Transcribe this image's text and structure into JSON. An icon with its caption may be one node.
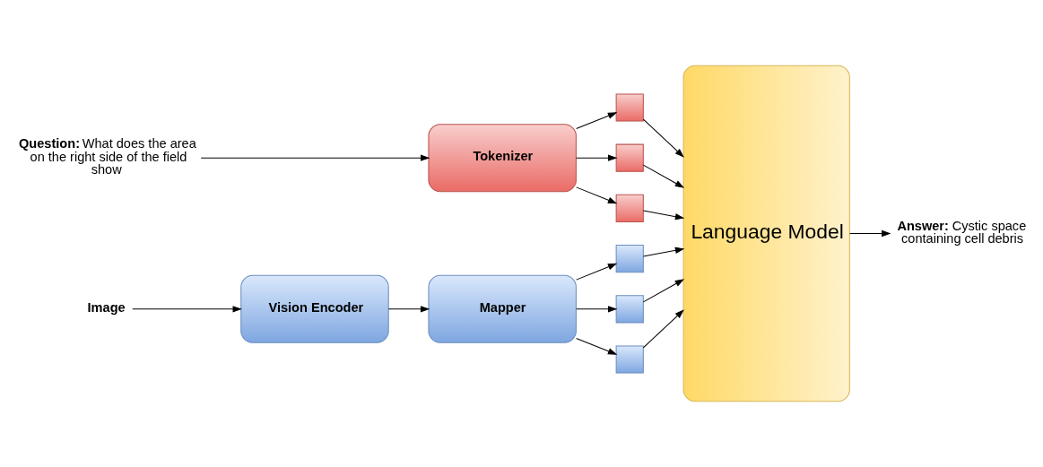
{
  "diagram": {
    "nodes": [
      {
        "text": [
          "**Question:** What does the area on the right side of the field show"
        ]
      },
      {
        "text": [
          "Tokenizer"
        ]
      },
      {
        "text": [],
        "shape": "box"
      },
      {
        "text": [],
        "shape": "box"
      },
      {
        "text": [],
        "shape": "box"
      },
      {
        "text": [
          "Image"
        ]
      },
      {
        "text": [
          "Vision Encoder"
        ]
      },
      {
        "text": [
          "Mapper"
        ]
      },
      {
        "text": [],
        "shape": "box"
      },
      {
        "text": [],
        "shape": "box"
      },
      {
        "text": [],
        "shape": "box"
      },
      {
        "text": [
          "Language Model"
        ]
      },
      {
        "text": [
          "**Answer:** Cystic space containing cell debris"
        ]
      }
    ],
    "edges": [
      {
        "from": 0,
        "to": 1,
        "arrow": "to"
      },
      {
        "from": 1,
        "to": 2,
        "arrow": "to"
      },
      {
        "from": 1,
        "to": 3,
        "arrow": "to"
      },
      {
        "from": 1,
        "to": 4,
        "arrow": "to"
      },
      {
        "from": 5,
        "to": 6,
        "arrow": "to"
      },
      {
        "from": 6,
        "to": 7,
        "arrow": "to"
      },
      {
        "from": 7,
        "to": 8,
        "arrow": "to"
      },
      {
        "from": 7,
        "to": 9,
        "arrow": "to"
      },
      {
        "from": 7,
        "to": 10,
        "arrow": "to"
      },
      {
        "from": 2,
        "to": 11,
        "arrow": "to"
      },
      {
        "from": 3,
        "to": 11,
        "arrow": "to"
      },
      {
        "from": 4,
        "to": 11,
        "arrow": "to"
      },
      {
        "from": 8,
        "to": 11,
        "arrow": "to"
      },
      {
        "from": 9,
        "to": 11,
        "arrow": "to"
      },
      {
        "from": 10,
        "to": 11,
        "arrow": "to"
      },
      {
        "from": 11,
        "to": 12,
        "arrow": "to"
      }
    ]
  }
}
